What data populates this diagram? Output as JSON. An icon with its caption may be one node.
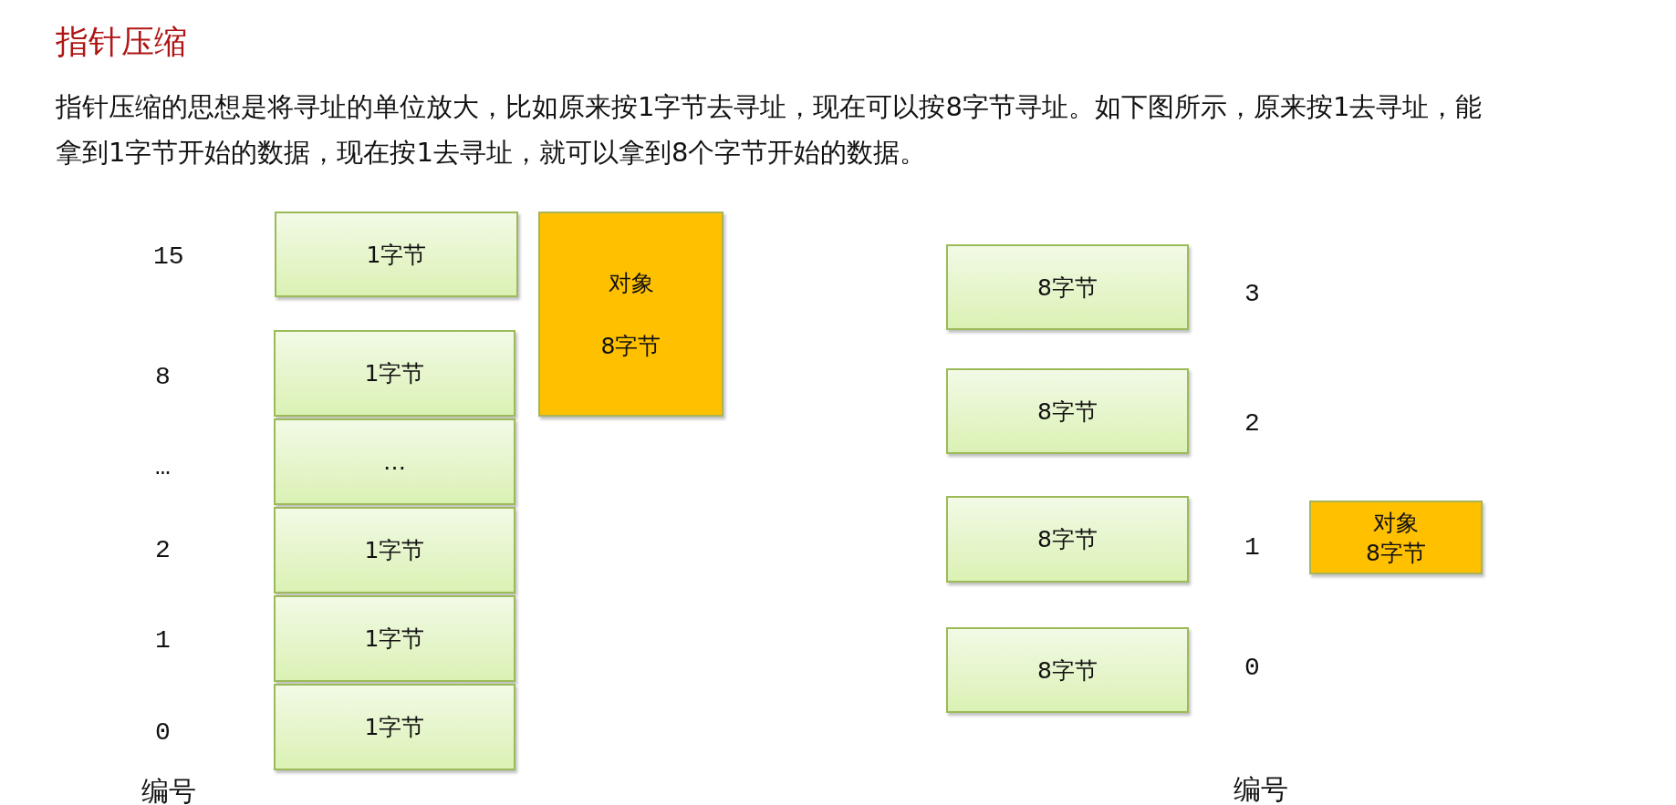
{
  "diagram": {
    "title": "指针压缩",
    "nodes": [
      {
        "text": [
          "1字节"
        ]
      },
      {
        "text": [
          "1字节"
        ]
      },
      {
        "text": [
          "…"
        ]
      },
      {
        "text": [
          "1字节"
        ]
      },
      {
        "text": [
          "1字节"
        ]
      },
      {
        "text": [
          "1字节"
        ]
      },
      {
        "text": [
          "对象",
          "8字节"
        ]
      },
      {
        "text": [
          "8字节"
        ]
      },
      {
        "text": [
          "8字节"
        ]
      },
      {
        "text": [
          "8字节"
        ]
      },
      {
        "text": [
          "8字节"
        ]
      },
      {
        "text": [
          "对象",
          "8字节"
        ]
      }
    ],
    "edges": [],
    "labels": [
      "指针压缩的思想是将寻址的单位放大，比如原来按1字节去寻址，现在可以按8字节寻址。如下图所示，原来按1去寻址，能拿到1字节开始的数据，现在按1去寻址，就可以拿到8个字节开始的数据。",
      "15",
      "8",
      "…",
      "2",
      "1",
      "0",
      "编号",
      "3",
      "2",
      "1",
      "0",
      "编号"
    ]
  }
}
